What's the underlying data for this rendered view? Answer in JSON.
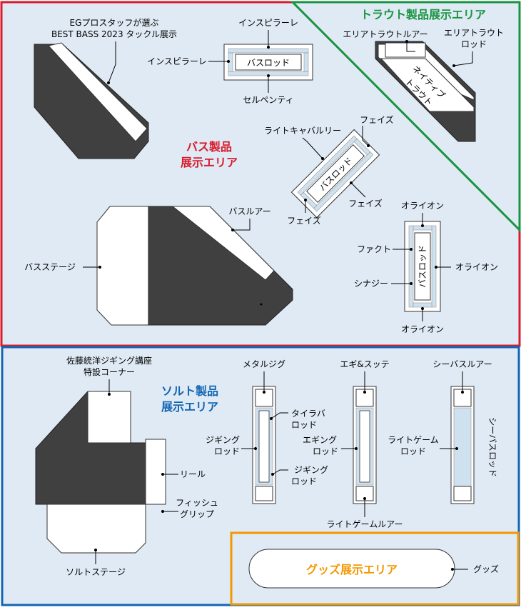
{
  "zones": {
    "bass": {
      "title_line1": "バス製品",
      "title_line2": "展示エリア",
      "color": "#d81c2c"
    },
    "trout": {
      "title": "トラウト製品展示エリア",
      "color": "#1a9442"
    },
    "salt": {
      "title_line1": "ソルト製品",
      "title_line2": "展示エリア",
      "color": "#1366b3"
    },
    "goods": {
      "title": "グッズ展示エリア",
      "color": "#f39800"
    }
  },
  "bass_area": {
    "eg_staff_line1": "EGプロスタッフが選ぶ",
    "eg_staff_line2": "BEST BASS 2023 タックル展示",
    "inspirare_top": "インスピラーレ",
    "inspirare_left": "インスピラーレ",
    "bass_rod_1": "バスロッド",
    "serpentine": "セルペンティ",
    "light_cavalry": "ライトキャバルリー",
    "phase_top": "フェイズ",
    "phase_right": "フェイズ",
    "phase_bottom": "フェイズ",
    "bass_rod_2": "バスロッド",
    "bass_lure": "バスルアー",
    "bass_stage": "バスステージ",
    "orion_top": "オライオン",
    "orion_right": "オライオン",
    "orion_bottom": "オライオン",
    "fact": "ファクト",
    "synergy": "シナジー",
    "bass_rod_3": "バスロッド"
  },
  "trout_area": {
    "area_trout_lure": "エリアトラウトルアー",
    "area_trout_rod_line1": "エリアトラウト",
    "area_trout_rod_line2": "ロッド",
    "native_trout_line1": "ネイティブ",
    "native_trout_line2": "トラウト"
  },
  "salt_area": {
    "sato_line1": "佐藤統洋ジギング講座",
    "sato_line2": "特設コーナー",
    "reel": "リール",
    "fish_grip_line1": "フィッシュ",
    "fish_grip_line2": "グリップ",
    "salt_stage": "ソルトステージ",
    "metal_jig": "メタルジグ",
    "egi_sutte": "エギ&スッテ",
    "seabass_lure": "シーバスルアー",
    "tai_rubber_line1": "タイラバ",
    "tai_rubber_line2": "ロッド",
    "jigging_rod_a_line1": "ジギング",
    "jigging_rod_a_line2": "ロッド",
    "jigging_rod_b_line1": "ジギング",
    "jigging_rod_b_line2": "ロッド",
    "egging_rod_line1": "エギング",
    "egging_rod_line2": "ロッド",
    "light_game_rod_line1": "ライトゲーム",
    "light_game_rod_line2": "ロッド",
    "light_game_lure": "ライトゲームルアー",
    "seabass_rod": "シーバスロッド"
  },
  "goods_area": {
    "goods": "グッズ"
  }
}
